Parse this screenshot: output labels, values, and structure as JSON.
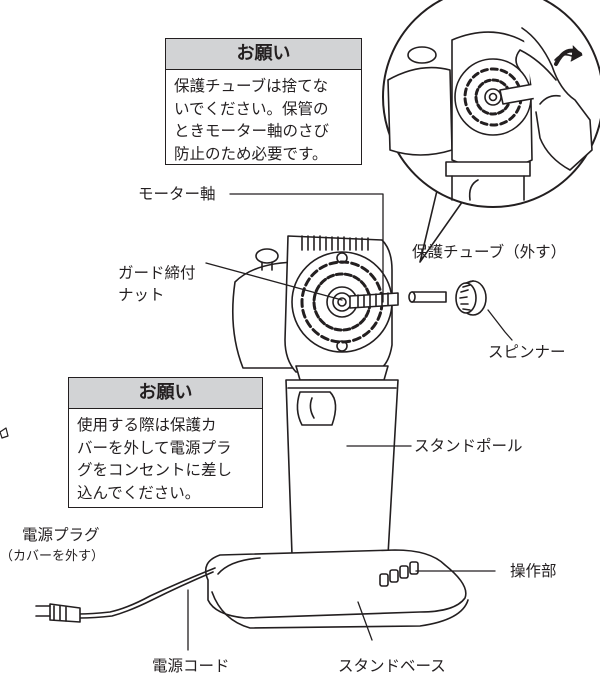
{
  "notices": {
    "top": {
      "title": "お願い",
      "body": "保護チューブは捨てな\nいでください。保管の\nときモーター軸のさび\n防止のため必要です。"
    },
    "bottom": {
      "title": "お願い",
      "body": "使用する際は保護カ\nバーを外して電源プラ\nグをコンセントに差し\n込んでください。"
    }
  },
  "labels": {
    "motor_shaft": "モーター軸",
    "guard_nut": "ガード締付\nナット",
    "protective_tube": "保護チューブ（外す）",
    "spinner": "スピンナー",
    "stand_pole": "スタンドポール",
    "power_plug": "電源プラグ",
    "plug_cover_note": "（カバーを外す）",
    "controls": "操作部",
    "power_cord": "電源コード",
    "stand_base": "スタンドベース"
  }
}
